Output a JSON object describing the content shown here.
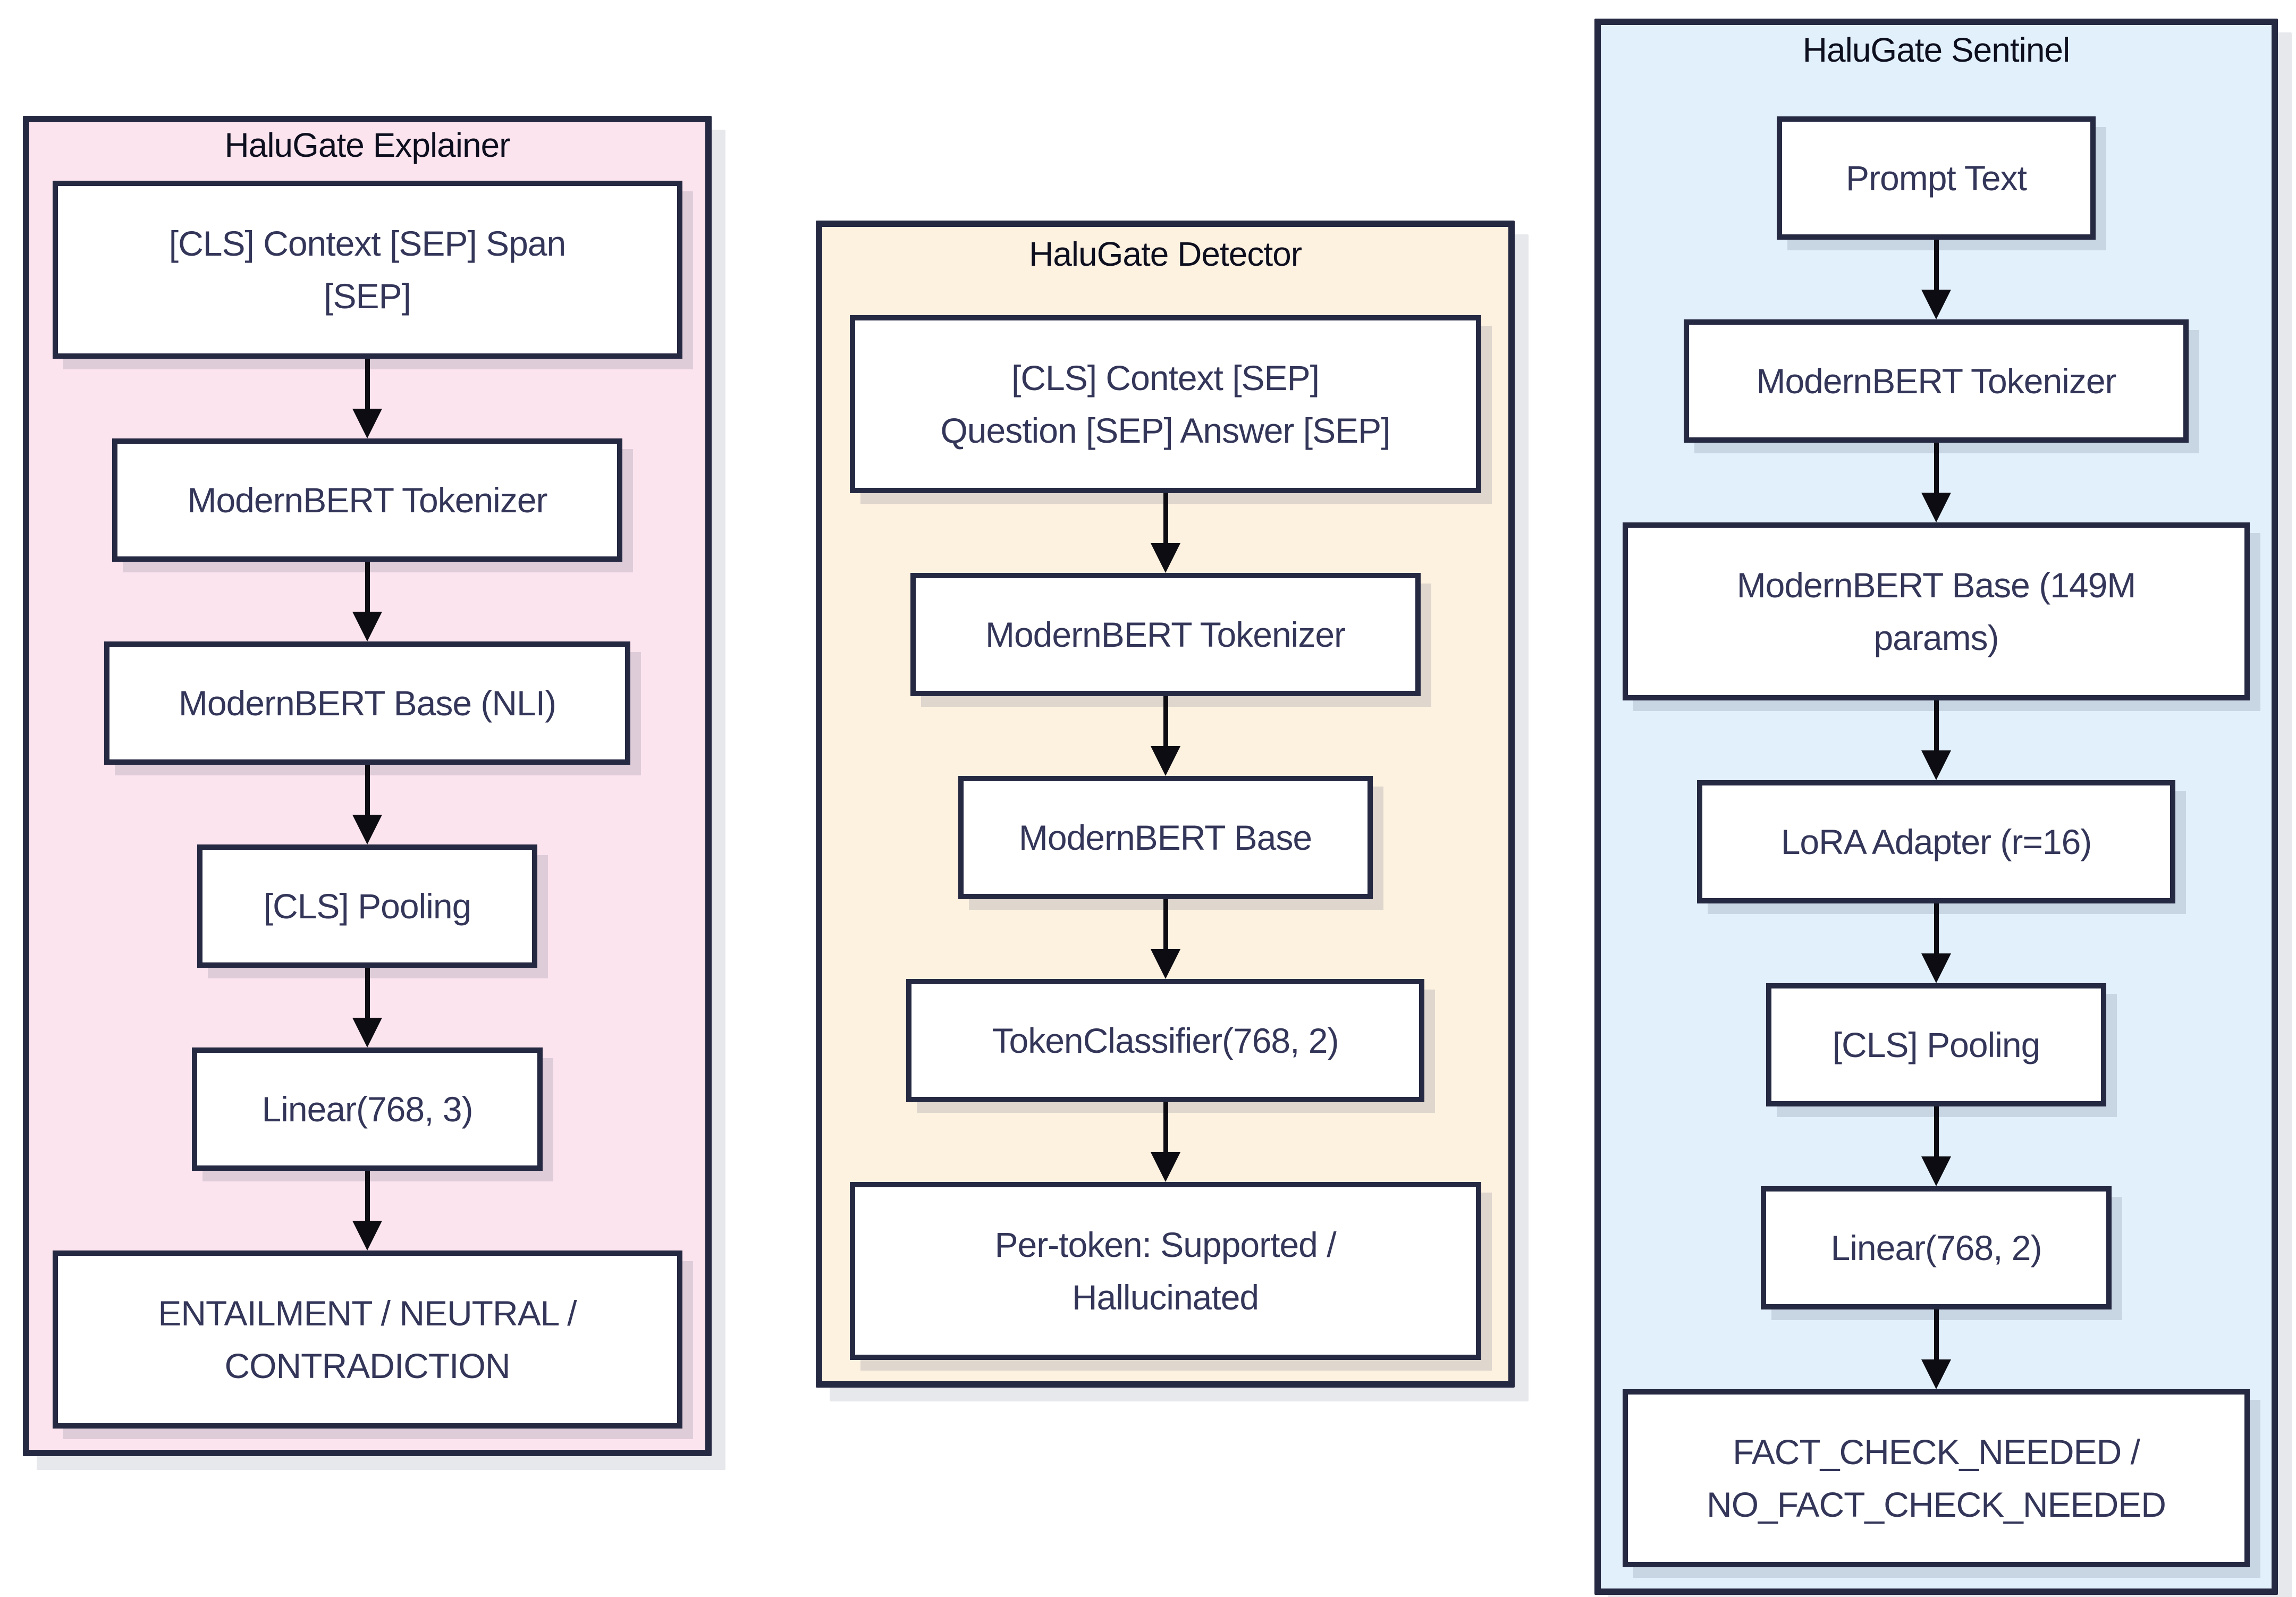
{
  "colors": {
    "page-bg": "#ffffff",
    "panel-border": "#262942",
    "title-text": "#0d0f1f",
    "node-text": "#343659",
    "node-bg": "#ffffff",
    "arrow": "#0c0c12",
    "explainer-bg": "#fce4ee",
    "detector-bg": "#fdf1e0",
    "sentinel-bg": "#e2f0fb"
  },
  "icons": {
    "arrow": "arrow-down"
  },
  "panels": [
    {
      "title": "HaluGate Explainer",
      "nodes": [
        {
          "l1": "[CLS] Context [SEP] Span",
          "l2": "[SEP]"
        },
        {
          "l1": "ModernBERT Tokenizer"
        },
        {
          "l1": "ModernBERT Base (NLI)"
        },
        {
          "l1": "[CLS] Pooling"
        },
        {
          "l1": "Linear(768, 3)"
        },
        {
          "l1": "ENTAILMENT / NEUTRAL /",
          "l2": "CONTRADICTION"
        }
      ]
    },
    {
      "title": "HaluGate Detector",
      "nodes": [
        {
          "l1": "[CLS] Context [SEP]",
          "l2": "Question [SEP] Answer [SEP]"
        },
        {
          "l1": "ModernBERT Tokenizer"
        },
        {
          "l1": "ModernBERT Base"
        },
        {
          "l1": "TokenClassifier(768, 2)"
        },
        {
          "l1": "Per-token: Supported /",
          "l2": "Hallucinated"
        }
      ]
    },
    {
      "title": "HaluGate Sentinel",
      "nodes": [
        {
          "l1": "Prompt Text"
        },
        {
          "l1": "ModernBERT Tokenizer"
        },
        {
          "l1": "ModernBERT Base (149M",
          "l2": "params)"
        },
        {
          "l1": "LoRA Adapter (r=16)"
        },
        {
          "l1": "[CLS] Pooling"
        },
        {
          "l1": "Linear(768, 2)"
        },
        {
          "l1": "FACT_CHECK_NEEDED /",
          "l2": "NO_FACT_CHECK_NEEDED"
        }
      ]
    }
  ]
}
